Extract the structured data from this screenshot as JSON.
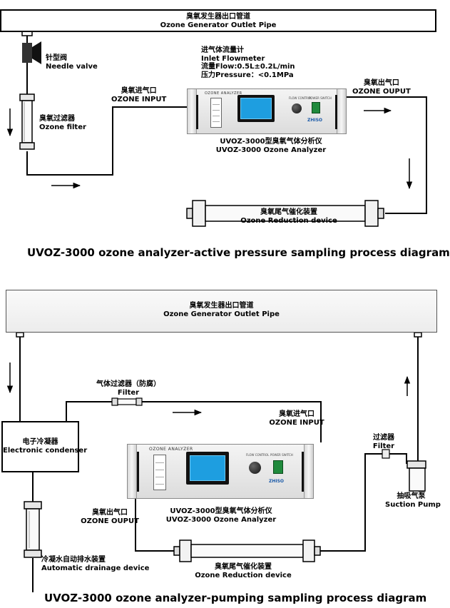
{
  "d1": {
    "pipe_cn": "臭氧发生器出口管道",
    "pipe_en": "Ozone Generator Outlet Pipe",
    "needle_cn": "针型阀",
    "needle_en": "Needle valve",
    "filter_cn": "臭氧过滤器",
    "filter_en": "Ozone filter",
    "input_cn": "臭氧进气口",
    "input_en": "OZONE INPUT",
    "flowmeter_cn": "进气体流量计",
    "flowmeter_en": "Inlet Flowmeter",
    "flow_spec": "流量Flow:0.5L±0.2L/min",
    "pressure_spec": "压力Pressure：<0.1MPa",
    "output_cn": "臭氧出气口",
    "output_en": "OZONE OUPUT",
    "analyzer_cn": "UVOZ-3000型臭氧气体分析仪",
    "analyzer_en": "UVOZ-3000 Ozone Analyzer",
    "reduction_cn": "臭氧尾气催化装置",
    "reduction_en": "Ozone Reduction device",
    "caption": "UVOZ-3000 ozone analyzer-active pressure sampling process diagram"
  },
  "d2": {
    "pipe_cn": "臭氧发生器出口管道",
    "pipe_en": "Ozone Generator Outlet Pipe",
    "gas_filter_cn": "气体过滤器（防腐）",
    "gas_filter_en": "Filter",
    "input_cn": "臭氧进气口",
    "input_en": "OZONE INPUT",
    "condenser_cn": "电子冷凝器",
    "condenser_en": "Electronic condenser",
    "filter_cn": "过滤器",
    "filter_en": "Filter",
    "output_cn": "臭氧出气口",
    "output_en": "OZONE OUPUT",
    "analyzer_cn": "UVOZ-3000型臭氧气体分析仪",
    "analyzer_en": "UVOZ-3000 Ozone Analyzer",
    "pump_cn": "抽吸气泵",
    "pump_en": "Suction Pump",
    "reduction_cn": "臭氧尾气催化装置",
    "reduction_en": "Ozone Reduction device",
    "drain_cn": "冷凝水自动排水装置",
    "drain_en": "Automatic drainage device",
    "caption": "UVOZ-3000 ozone analyzer-pumping sampling process diagram"
  },
  "device": {
    "panel_label": "OZONE ANALYZER",
    "flow_control": "FLOW CONTROL",
    "power_switch": "POWER SWITCH",
    "brand": "ZHISO"
  }
}
